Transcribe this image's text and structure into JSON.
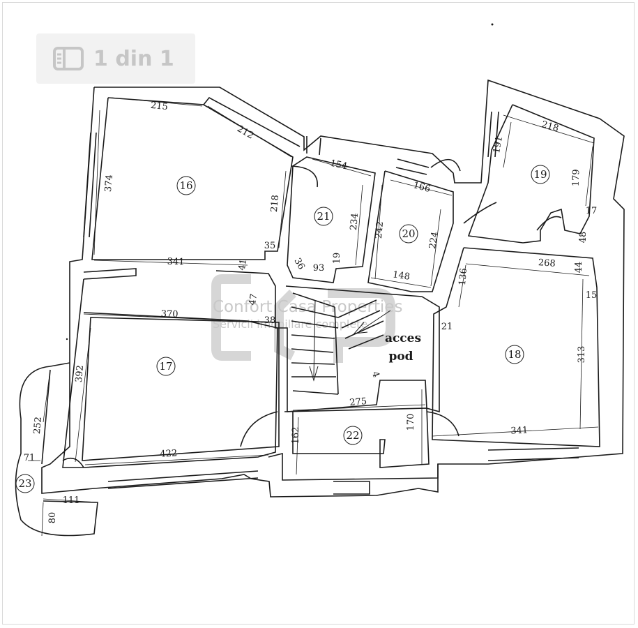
{
  "viewer": {
    "page_counter": "1 din 1",
    "icon": "gallery-icon"
  },
  "watermark": {
    "line1": "Confort Casa Properties",
    "line2": "Servicii imobiliare complete"
  },
  "rooms": [
    {
      "id": "r16",
      "number": "16"
    },
    {
      "id": "r21",
      "number": "21"
    },
    {
      "id": "r20",
      "number": "20"
    },
    {
      "id": "r19",
      "number": "19"
    },
    {
      "id": "r17",
      "number": "17"
    },
    {
      "id": "r18",
      "number": "18"
    },
    {
      "id": "r22",
      "number": "22"
    },
    {
      "id": "r23",
      "number": "23"
    }
  ],
  "stair_label": [
    "acces",
    "pod"
  ],
  "dimensions": [
    "215",
    "212",
    "374",
    "218",
    "341",
    "35",
    "41",
    "47",
    "38",
    "370",
    "392",
    "422",
    "252",
    "71",
    "111",
    "80",
    "154",
    "234",
    "19",
    "93",
    "36",
    "166",
    "242",
    "224",
    "148",
    "21",
    "218",
    "191",
    "179",
    "17",
    "48",
    "268",
    "136",
    "44",
    "15",
    "313",
    "341",
    "275",
    "162",
    "170",
    "4"
  ],
  "colors": {
    "line": "#1a1a1a",
    "watermark": "#c8c8c8",
    "counter_bg": "#f2f2f2",
    "counter_text": "#c6c6c6"
  }
}
